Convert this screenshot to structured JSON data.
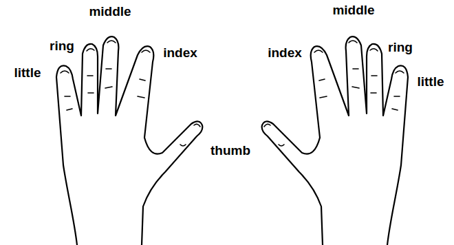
{
  "diagram": {
    "labels": [
      "little",
      "ring",
      "middle",
      "index",
      "thumb",
      "index",
      "middle",
      "ring",
      "little"
    ]
  }
}
